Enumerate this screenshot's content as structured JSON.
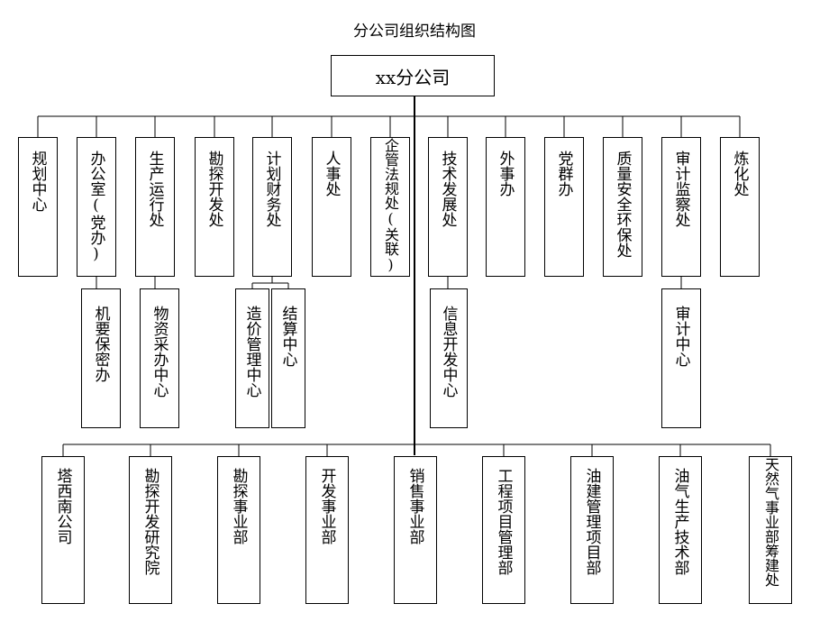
{
  "title": "分公司组织结构图",
  "root": "xx分公司",
  "departments": [
    "规划中心",
    "办公室(党办)",
    "生产运行处",
    "勘探开发处",
    "计划财务处",
    "人事处",
    "企管法规处(关联)",
    "技术发展处",
    "外事办",
    "党群办",
    "质量安全环保处",
    "审计监察处",
    "炼化处"
  ],
  "sub_units": {
    "office": "机要保密办",
    "production": "物资采办中心",
    "finance_cost": "造价管理中心",
    "finance_settle": "结算中心",
    "tech": "信息开发中心",
    "audit": "审计中心"
  },
  "business_units": [
    "塔西南公司",
    "勘探开发研究院",
    "勘探事业部",
    "开发事业部",
    "销售事业部",
    "工程项目管理部",
    "油建管理项目部",
    "油气生产技术部",
    "天然气事业部筹建处"
  ]
}
